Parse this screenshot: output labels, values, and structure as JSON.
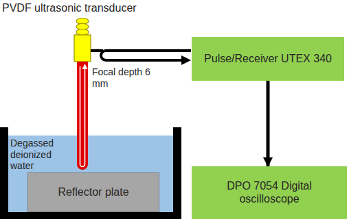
{
  "diagram": {
    "nodes": [
      {
        "text": [
          "Pulse/Receiver UTEX 340"
        ]
      },
      {
        "text": [
          "DPO 7054 Digital oscilloscope"
        ]
      },
      {
        "text": [
          "Degassed deionized water"
        ]
      },
      {
        "text": [
          "Reflector plate"
        ],
        "in": 2
      }
    ],
    "edges": [
      {
        "from": 0,
        "to": 1,
        "arrow": "to"
      }
    ],
    "labels": [
      "PVDF ultrasonic transducer",
      "Focal depth 6 mm"
    ]
  }
}
